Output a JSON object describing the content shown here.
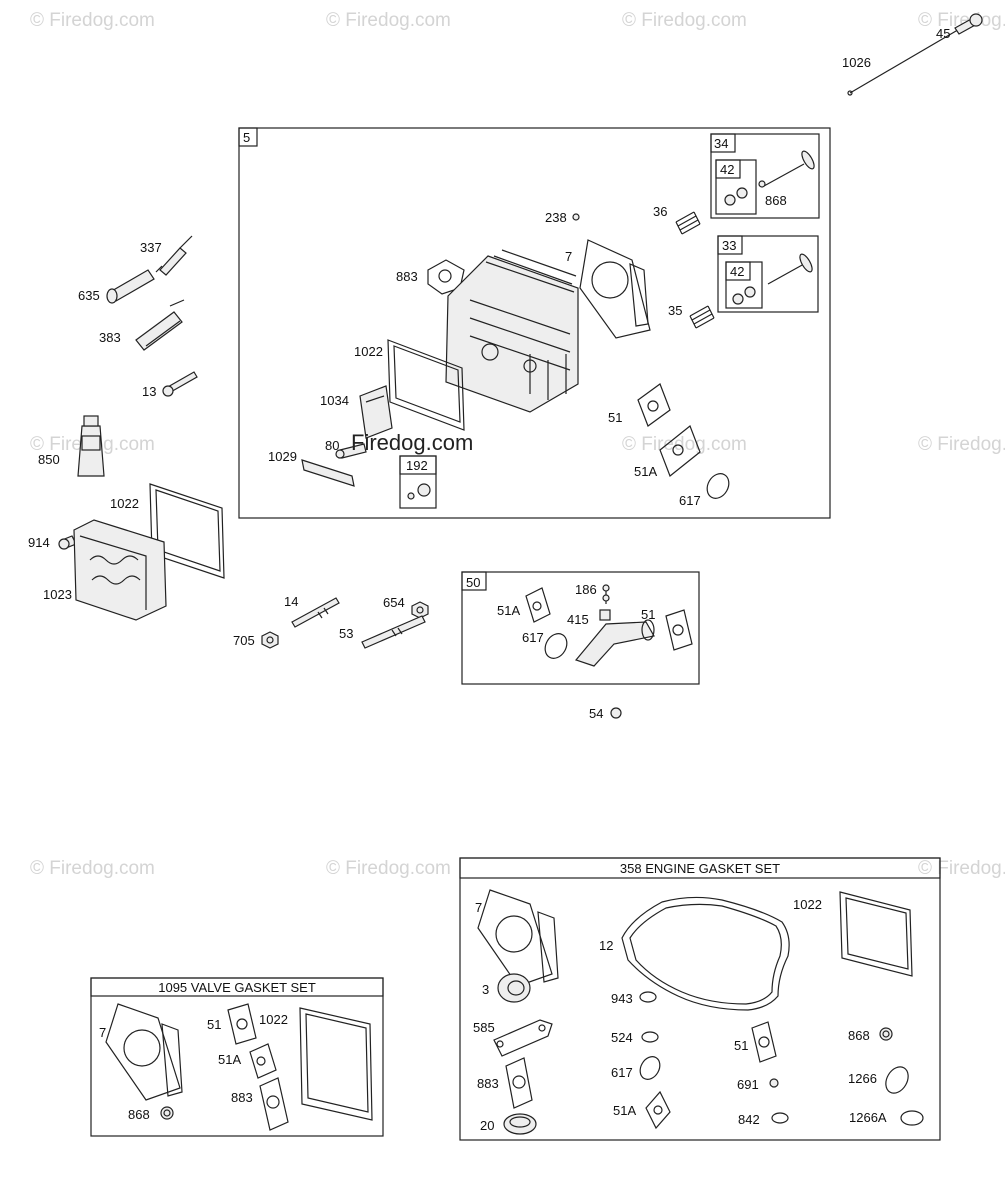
{
  "watermark": {
    "text": "© Firedog.com",
    "center_text": "Firedog.com"
  },
  "groups": {
    "head_assembly": "5",
    "exhaust_valve": "34",
    "intake_valve": "33",
    "valve_retainer_exhaust": "42",
    "valve_retainer_intake": "42",
    "breather": "192",
    "intake_manifold": "50",
    "valve_gasket_set": "1095 VALVE GASKET SET",
    "engine_gasket_set": "358 ENGINE GASKET SET"
  },
  "labels": {
    "p45": "45",
    "p1026": "1026",
    "p337": "337",
    "p635": "635",
    "p383": "383",
    "p13": "13",
    "p850": "850",
    "p1022_cover": "1022",
    "p914": "914",
    "p1023": "1023",
    "p238": "238",
    "p36": "36",
    "p868_head": "868",
    "p883_head": "883",
    "p7_head": "7",
    "p35": "35",
    "p1022_head": "1022",
    "p1034": "1034",
    "p51_head": "51",
    "p80": "80",
    "p1029": "1029",
    "p51a_head": "51A",
    "p617_head": "617",
    "p14": "14",
    "p654": "654",
    "p705": "705",
    "p53": "53",
    "p186": "186",
    "p51a_manifold": "51A",
    "p415": "415",
    "p51_manifold": "51",
    "p617_manifold": "617",
    "p54": "54",
    "vg_7": "7",
    "vg_51": "51",
    "vg_1022": "1022",
    "vg_51a": "51A",
    "vg_883": "883",
    "vg_868": "868",
    "eg_7": "7",
    "eg_1022": "1022",
    "eg_12": "12",
    "eg_3": "3",
    "eg_943": "943",
    "eg_585": "585",
    "eg_524": "524",
    "eg_868": "868",
    "eg_51": "51",
    "eg_883": "883",
    "eg_617": "617",
    "eg_1266": "1266",
    "eg_691": "691",
    "eg_51a": "51A",
    "eg_20": "20",
    "eg_842": "842",
    "eg_1266a": "1266A"
  }
}
